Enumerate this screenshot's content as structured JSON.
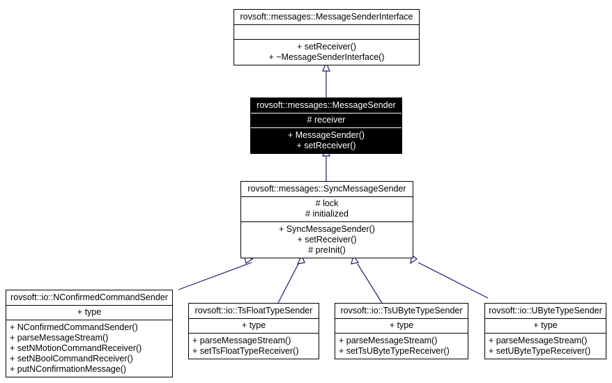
{
  "diagram": {
    "kind": "uml-class-diagram",
    "title": "",
    "background_color": "#ffffff",
    "line_color": "#191970",
    "box_border_color": "#000000",
    "highlight_fill": "#000000",
    "highlight_text": "#ffffff"
  },
  "classes": [
    {
      "id": "message-sender-interface",
      "name": "rovsoft::messages::MessageSenderInterface",
      "highlighted": false,
      "attributes": [],
      "operations": [
        "+ setReceiver()",
        "+ ~MessageSenderInterface()"
      ]
    },
    {
      "id": "message-sender",
      "name": "rovsoft::messages::MessageSender",
      "highlighted": true,
      "attributes": [
        "# receiver"
      ],
      "operations": [
        "+ MessageSender()",
        "+ setReceiver()"
      ]
    },
    {
      "id": "sync-message-sender",
      "name": "rovsoft::messages::SyncMessageSender",
      "highlighted": false,
      "attributes": [
        "# lock",
        "# initialized"
      ],
      "operations": [
        "+ SyncMessageSender()",
        "+ setReceiver()",
        "# preInit()"
      ]
    },
    {
      "id": "nconfirmed-command-sender",
      "name": "rovsoft::io::NConfirmedCommandSender",
      "highlighted": false,
      "attributes": [
        "+ type"
      ],
      "operations": [
        "+ NConfirmedCommandSender()",
        "+ parseMessageStream()",
        "+ setNMotionCommandReceiver()",
        "+ setNBoolCommandReceiver()",
        "+ putNConfirmationMessage()"
      ]
    },
    {
      "id": "ts-float-type-sender",
      "name": "rovsoft::io::TsFloatTypeSender",
      "highlighted": false,
      "attributes": [
        "+ type"
      ],
      "operations": [
        "+ parseMessageStream()",
        "+ setTsFloatTypeReceiver()"
      ]
    },
    {
      "id": "ts-ubyte-type-sender",
      "name": "rovsoft::io::TsUByteTypeSender",
      "highlighted": false,
      "attributes": [
        "+ type"
      ],
      "operations": [
        "+ parseMessageStream()",
        "+ setTsUByteTypeReceiver()"
      ]
    },
    {
      "id": "ubyte-type-sender",
      "name": "rovsoft::io::UByteTypeSender",
      "highlighted": false,
      "attributes": [
        "+ type"
      ],
      "operations": [
        "+ parseMessageStream()",
        "+ setUByteTypeReceiver()"
      ]
    }
  ],
  "relationships": [
    {
      "type": "generalization",
      "from": "message-sender",
      "to": "message-sender-interface"
    },
    {
      "type": "generalization",
      "from": "sync-message-sender",
      "to": "message-sender"
    },
    {
      "type": "generalization",
      "from": "nconfirmed-command-sender",
      "to": "sync-message-sender"
    },
    {
      "type": "generalization",
      "from": "ts-float-type-sender",
      "to": "sync-message-sender"
    },
    {
      "type": "generalization",
      "from": "ts-ubyte-type-sender",
      "to": "sync-message-sender"
    },
    {
      "type": "generalization",
      "from": "ubyte-type-sender",
      "to": "sync-message-sender"
    }
  ]
}
